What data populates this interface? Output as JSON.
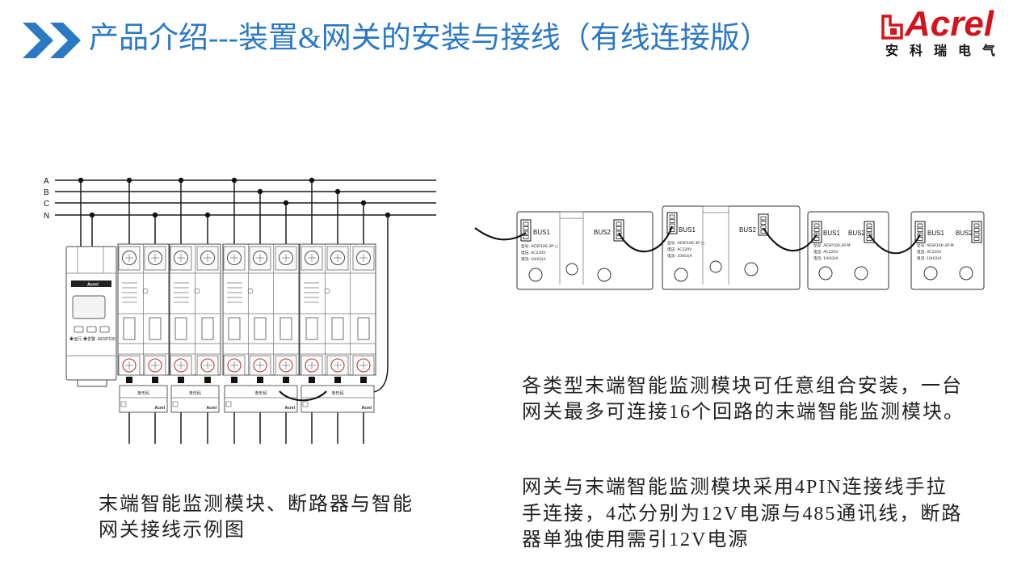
{
  "slide": {
    "title": "产品介绍---装置&网关的安装与接线（有线连接版）",
    "accent_color": "#2b78c5",
    "chevron_icon": "double-chevron-right-icon"
  },
  "logo": {
    "brand": "Acrel",
    "tagline": "安科瑞电气",
    "color": "#d4141c"
  },
  "wiring_diagram": {
    "bus_labels": [
      "A",
      "B",
      "C",
      "N"
    ],
    "gateway": {
      "brand": "Acrel",
      "indicator_run": "◉运行",
      "indicator_alarm": "◉告警",
      "model": "AESP100"
    },
    "module_label": "条形码",
    "module_brand": "Acrel",
    "caption": [
      "末端智能监测模块、断路器与智能",
      "网关接线示例图"
    ]
  },
  "bus_diagram": {
    "modules": [
      {
        "bus1": "BUS1",
        "bus2": "BUS2",
        "specs": [
          "型号: AESP100-3P-□",
          "电压: AC220V",
          "电流: 10(63)A"
        ]
      },
      {
        "bus1": "BUS1",
        "bus2": "BUS2",
        "specs": [
          "型号: AESP100-3P-□",
          "电压: AC220V",
          "电流: 10(63)A"
        ]
      },
      {
        "bus1": "BUS1",
        "bus2": "BUS2",
        "specs": [
          "型号: AESP100-2P-M",
          "电压: AC220V",
          "电流: 10(63)A"
        ]
      },
      {
        "bus1": "BUS1",
        "bus2": "BUS2",
        "specs": [
          "型号: AESP100-2P-M",
          "电压: AC220V",
          "电流: 10(63)A"
        ]
      }
    ]
  },
  "notes": {
    "combination": [
      "各类型末端智能监测模块可任意组合安装，一台",
      "网关最多可连接16个回路的末端智能监测模块。"
    ],
    "connection": [
      "网关与末端智能监测模块采用4PIN连接线手拉",
      "手连接，4芯分别为12V电源与485通讯线，断路",
      "器单独使用需引12V电源"
    ]
  }
}
